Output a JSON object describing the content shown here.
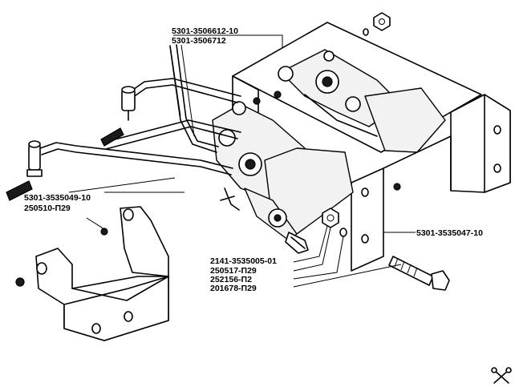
{
  "labels": {
    "cable_upper": "5301-3506612-10",
    "cable_lower": "5301-3506712",
    "bracket_right": "5301-3535047-10",
    "left_bracket": "5301-3535049-10",
    "left_nut": "250510-П29",
    "valve": "2141-3535005-01",
    "nut": "250517-П29",
    "washer": "252156-П2",
    "bolt": "201678-П29"
  },
  "colors": {
    "line": "#000000",
    "background": "#ffffff"
  },
  "icons": {
    "corner_logo": "wrench-logo-icon"
  }
}
